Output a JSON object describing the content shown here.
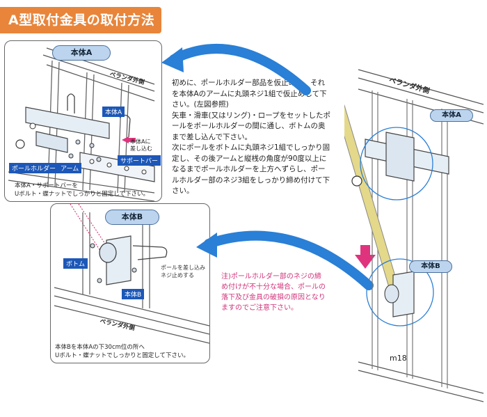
{
  "title": "A型取付金具の取付方法",
  "panel_a": {
    "badge": "本体A",
    "veranda": "ベランダ外側",
    "tags": {
      "body_a": "本体A",
      "insert": "本体Aに\n差し込む",
      "support_bar": "サポートバー",
      "pole_holder": "ポールホルダー",
      "arm": "アーム"
    },
    "caption": [
      "本体A・サポートバーを",
      "Uボルト・蝶ナットでしっかりと固定して下さい。"
    ]
  },
  "panel_b": {
    "badge": "本体B",
    "veranda": "ベランダ外側",
    "tags": {
      "bottom": "ボトム",
      "body_b": "本体B"
    },
    "stop_note": [
      "ポールを差し込み",
      "ネジ止めする"
    ],
    "caption": [
      "本体Bを本体Aの下30cm位の所へ",
      "Uボルト・蝶ナットでしっかりと固定して下さい。"
    ]
  },
  "instructions": "初めに、ポールホルダー部品を仮止めし、それを本体Aのアームに丸頭ネジ1組で仮止めして下さい。(左図参照)\n矢車・滑車(又はリング)・ロープをセットしたポールをボールホルダーの間に通し、ボトムの奥まで差し込んで下さい。\n次にポールをボトムに丸頭ネジ1組でしっかり固定し、その後アームと縦桟の角度が90度以上になるまでポールホルダーを上方へずらし、ポールホルダー部のネジ3組をしっかり締め付けて下さい。",
  "caution": "注)ポールホルダー部のネジの締め付けが不十分な場合、ポールの落下及び金具の破損の原因となりますのでご注意下さい。",
  "right_illustration": {
    "veranda": "ベランダ外側",
    "badge_a": "本体A",
    "badge_b": "本体B",
    "label": "m18"
  },
  "colors": {
    "banner": "#e8853a",
    "arrow_blue": "#2a7fd6",
    "tag_blue": "#1d58b8",
    "pole_yellow": "#e4d88a",
    "caution_pink": "#d0327a",
    "arrow_magenta": "#e0337e"
  }
}
